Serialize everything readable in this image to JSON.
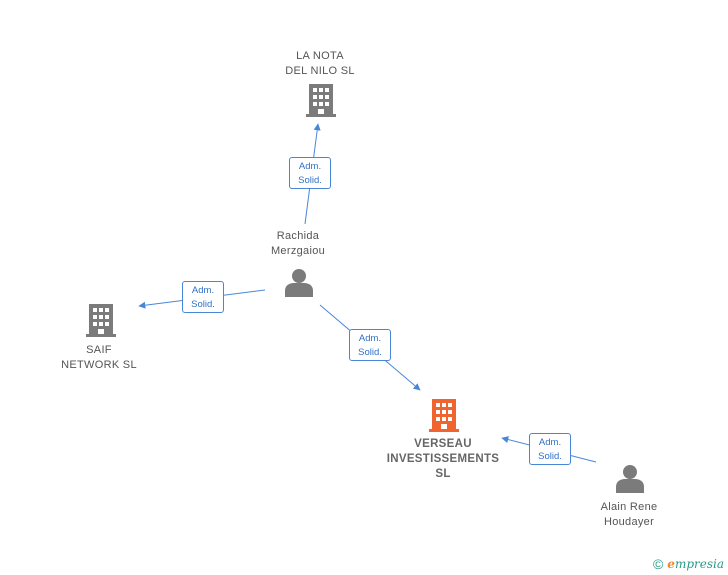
{
  "colors": {
    "edge": "#4a86d8",
    "company": "#7b7b7b",
    "company_main": "#f0652f",
    "person": "#7b7b7b"
  },
  "nodes": {
    "la_nota": {
      "label": "LA NOTA\nDEL NILO  SL",
      "icon": "building-icon"
    },
    "rachida": {
      "label": "Rachida\nMerzgaiou",
      "icon": "person-icon"
    },
    "saif": {
      "label": "SAIF\nNETWORK  SL",
      "icon": "building-icon"
    },
    "verseau": {
      "label": "VERSEAU\nINVESTISSEMENTS\nSL",
      "icon": "building-icon"
    },
    "alain": {
      "label": "Alain Rene\nHoudayer",
      "icon": "person-icon"
    }
  },
  "edges": [
    {
      "from": "rachida",
      "to": "la_nota",
      "label": "Adm.\nSolid."
    },
    {
      "from": "rachida",
      "to": "saif",
      "label": "Adm.\nSolid."
    },
    {
      "from": "rachida",
      "to": "verseau",
      "label": "Adm.\nSolid."
    },
    {
      "from": "alain",
      "to": "verseau",
      "label": "Adm.\nSolid."
    }
  ],
  "footer": {
    "copyright_symbol": "©",
    "brand_first": "e",
    "brand_rest": "mpresia"
  }
}
